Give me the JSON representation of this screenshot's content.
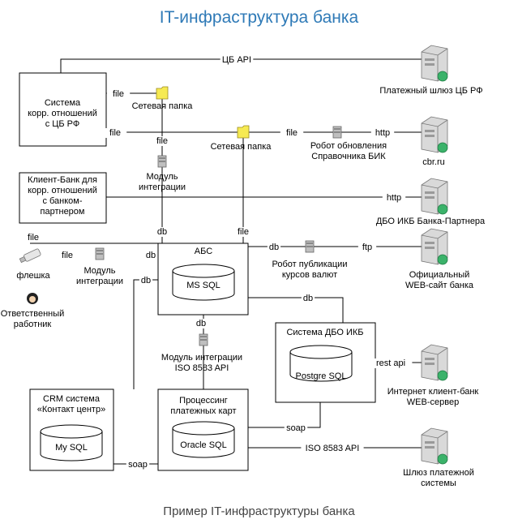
{
  "title": "IT-инфраструктура банка",
  "caption": "Пример IT-инфраструктуры банка",
  "colors": {
    "title": "#2f7ab7",
    "folder": "#f6ea52",
    "server_body": "#d9d9d9",
    "globe": "#3bb26a",
    "line": "#000000"
  },
  "systems": {
    "sys_cb": [
      "Система",
      "корр. отношений",
      "с ЦБ РФ"
    ],
    "sys_client_bank": [
      "Клиент-Банк для",
      "корр. отношений",
      "с банком-",
      "партнером"
    ],
    "sys_abs": [
      "АБС"
    ],
    "db_mssql": [
      "MS SQL"
    ],
    "sys_dbo": [
      "Система ДБО ИКБ"
    ],
    "db_postgre": [
      "Postgre SQL"
    ],
    "sys_crm": [
      "CRM система",
      "«Контакт центр»"
    ],
    "db_mysql": [
      "My SQL"
    ],
    "sys_processing": [
      "Процессинг",
      "платежных карт"
    ],
    "db_oracle": [
      "Oracle SQL"
    ]
  },
  "servers": {
    "gw_cb": [
      "Платежный шлюз ЦБ РФ"
    ],
    "cbr": [
      "cbr.ru"
    ],
    "dbo_partner": [
      "ДБО ИКБ Банка-Партнера"
    ],
    "website": [
      "Официальный",
      "WEB-сайт банка"
    ],
    "inet_client": [
      "Интернет клиент-банк",
      "WEB-сервер"
    ],
    "payment_gw": [
      "Шлюз платежной",
      "системы"
    ]
  },
  "components": {
    "folder1": [
      "Сетевая папка"
    ],
    "folder2": [
      "Сетевая папка"
    ],
    "bik_robot": [
      "Робот обновления",
      "Справочника БИК"
    ],
    "module_top": [
      "Модуль",
      "интеграции"
    ],
    "module_left": [
      "Модуль",
      "интеграции"
    ],
    "fx_robot": [
      "Робот публикации",
      "курсов валют"
    ],
    "module_iso": [
      "Модуль интеграции",
      "ISO 8583 API"
    ],
    "flash": [
      "флешка"
    ],
    "person": [
      "Ответственный",
      "работник"
    ]
  },
  "links": {
    "cb_api": "ЦБ API",
    "file_1": "file",
    "file_2": "file",
    "file_3": "file",
    "file_4": "file",
    "file_5": "file",
    "file_6": "file",
    "http_1": "http",
    "http_2": "http",
    "db_1": "db",
    "db_2": "db",
    "db_3": "db",
    "db_4": "db",
    "db_5": "db",
    "ftp": "ftp",
    "rest_api": "rest api",
    "soap_1": "soap",
    "soap_2": "soap",
    "iso_api": "ISO 8583 API"
  }
}
